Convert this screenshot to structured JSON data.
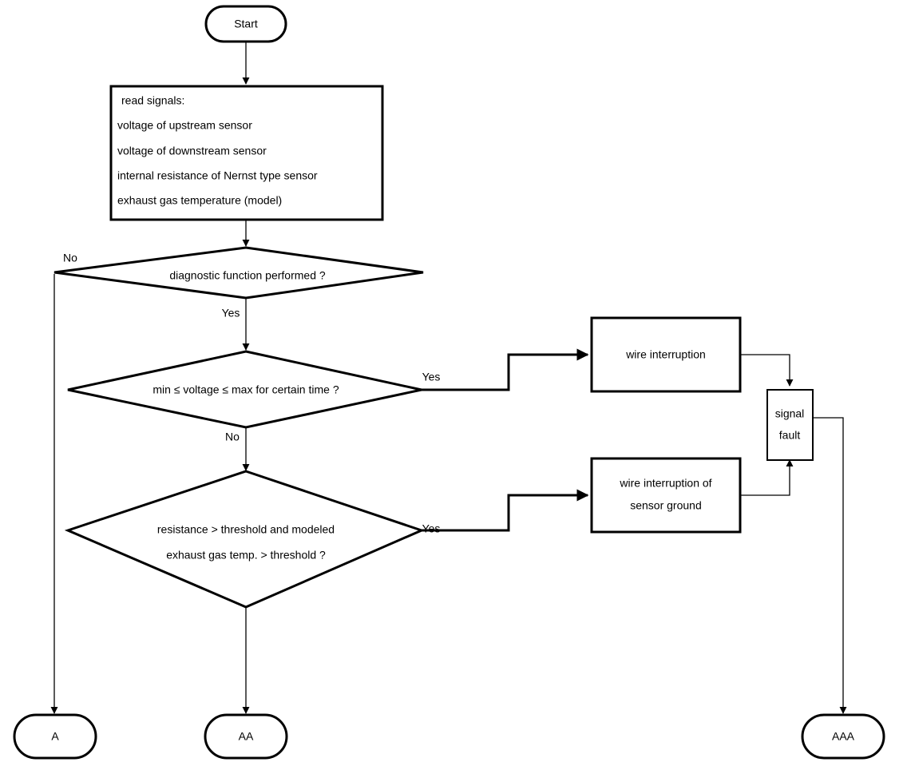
{
  "diagram": {
    "title": "Oxygen sensor signal fault diagnostic flowchart",
    "background_color": "#ffffff",
    "line_color": "#000000"
  },
  "nodes": {
    "start": {
      "label": "Start",
      "shape": "terminator"
    },
    "read_signals": {
      "shape": "process",
      "lines": [
        "read signals:",
        "voltage of upstream sensor",
        "voltage of downstream sensor",
        "internal resistance of Nernst type sensor",
        "exhaust gas temperature (model)"
      ]
    },
    "decision_diagnostic": {
      "shape": "decision",
      "lines": [
        "diagnostic function performed ?"
      ]
    },
    "decision_voltage": {
      "shape": "decision",
      "lines": [
        "min ≤ voltage ≤ max for certain time ?"
      ]
    },
    "decision_resistance": {
      "shape": "decision",
      "lines": [
        "resistance > threshold and modeled",
        "exhaust gas temp. > threshold ?"
      ]
    },
    "wire_interruption": {
      "shape": "process",
      "lines": [
        "wire interruption"
      ]
    },
    "wire_interruption_ground": {
      "shape": "process",
      "lines": [
        "wire interruption of",
        "sensor ground"
      ]
    },
    "signal_fault": {
      "shape": "process",
      "lines": [
        "signal",
        "fault"
      ]
    },
    "terminal_a": {
      "label": "A",
      "shape": "terminator"
    },
    "terminal_aa": {
      "label": "AA",
      "shape": "terminator"
    },
    "terminal_aaa": {
      "label": "AAA",
      "shape": "terminator"
    }
  },
  "edge_labels": {
    "diagnostic_no": "No",
    "diagnostic_yes": "Yes",
    "voltage_yes": "Yes",
    "voltage_no": "No",
    "resistance_yes": "Yes"
  }
}
